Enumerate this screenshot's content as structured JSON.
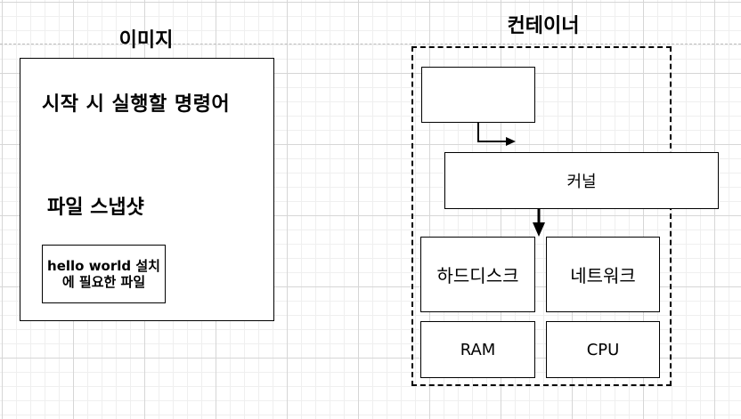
{
  "image_section": {
    "title": "이미지",
    "command_text": "시작 시 실행할 명령어",
    "snapshot_text": "파일 스냅샷",
    "file_label": "hello world 설치에 필요한 파일"
  },
  "container_section": {
    "title": "컨테이너",
    "kernel_label": "커널",
    "disk_label": "하드디스크",
    "network_label": "네트워크",
    "ram_label": "RAM",
    "cpu_label": "CPU"
  }
}
